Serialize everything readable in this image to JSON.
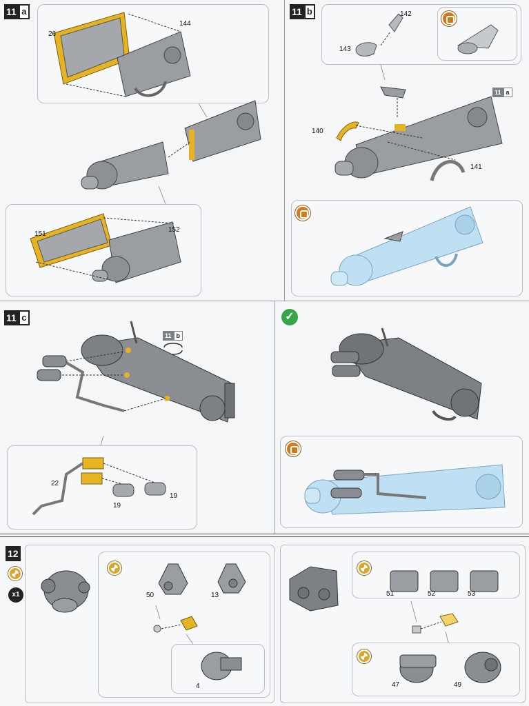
{
  "steps": {
    "s11a": {
      "num": "11",
      "sub": "a"
    },
    "s11b": {
      "num": "11",
      "sub": "b"
    },
    "s11c": {
      "num": "11",
      "sub": "c"
    },
    "s12": {
      "num": "12"
    }
  },
  "parts": {
    "p26": "26",
    "p144": "144",
    "p151": "151",
    "p152": "152",
    "p142": "142",
    "p143": "143",
    "p140": "140",
    "p141": "141",
    "p22": "22",
    "p19a": "19",
    "p19b": "19",
    "p50": "50",
    "p13": "13",
    "p4": "4",
    "p51": "51",
    "p52": "52",
    "p53": "53",
    "p47": "47",
    "p49": "49"
  },
  "refs": {
    "r11a": {
      "num": "11",
      "sub": "a"
    },
    "r11b": {
      "num": "11",
      "sub": "b"
    }
  },
  "quantity": "x1",
  "icons": {
    "finish": "finished-view-icon",
    "check": "check-icon",
    "paint": "paint-gold-icon",
    "rotate": "rotate-icon"
  },
  "colors": {
    "highlight": "#e6b422",
    "metal": "#9a9da1",
    "blue_finish": "#bfe0f2"
  }
}
